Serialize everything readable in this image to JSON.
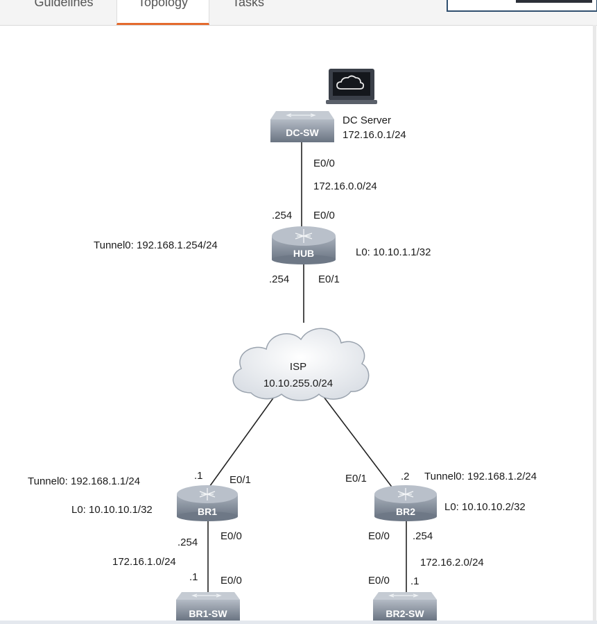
{
  "tabs": [
    {
      "label": "Guidelines"
    },
    {
      "label": "Topology"
    },
    {
      "label": "Tasks"
    }
  ],
  "devices": {
    "dc_server": {
      "label": "DC Server",
      "ip": "172.16.0.1/24"
    },
    "dc_sw": {
      "label": "DC-SW"
    },
    "hub": {
      "label": "HUB"
    },
    "isp": {
      "label": "ISP",
      "subnet": "10.10.255.0/24"
    },
    "br1": {
      "label": "BR1"
    },
    "br2": {
      "label": "BR2"
    },
    "br1_sw": {
      "label": "BR1-SW"
    },
    "br2_sw": {
      "label": "BR2-SW"
    }
  },
  "labels": {
    "dcsw_e00": "E0/0",
    "net_172_16_0": "172.16.0.0/24",
    "hub_254_top": ".254",
    "hub_e00": "E0/0",
    "hub_tunnel": "Tunnel0: 192.168.1.254/24",
    "hub_lo": "L0: 10.10.1.1/32",
    "hub_254_bottom": ".254",
    "hub_e01": "E0/1",
    "br1_tunnel": "Tunnel0: 192.168.1.1/24",
    "br1_dot1": ".1",
    "br1_e01": "E0/1",
    "br1_lo": "L0: 10.10.10.1/32",
    "br1_254": ".254",
    "br1_e00": "E0/0",
    "net_172_16_1": "172.16.1.0/24",
    "br1sw_dot1": ".1",
    "br1sw_e00": "E0/0",
    "br2_e01": "E0/1",
    "br2_dot2": ".2",
    "br2_tunnel": "Tunnel0: 192.168.1.2/24",
    "br2_lo": "L0: 10.10.10.2/32",
    "br2_e00": "E0/0",
    "br2_254": ".254",
    "net_172_16_2": "172.16.2.0/24",
    "br2sw_e00": "E0/0",
    "br2sw_dot1": ".1"
  },
  "icons": {
    "server": "cloud-server-icon",
    "switch": "switch-icon",
    "router": "router-icon",
    "cloud": "cloud-icon"
  },
  "colors": {
    "active_tab_underline": "#e46a2d",
    "device_fill": "#7f8a98",
    "link": "#222222"
  }
}
